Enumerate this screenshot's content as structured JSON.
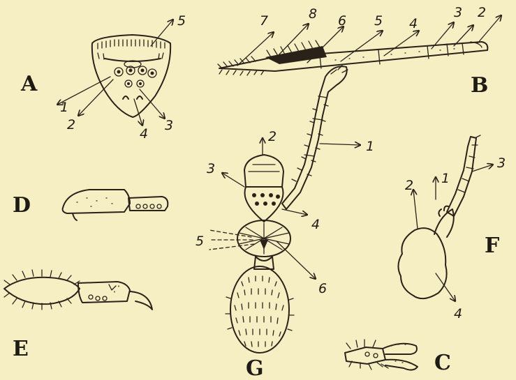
{
  "figures": {
    "A": {
      "letter": "A",
      "labels": [
        "1",
        "2",
        "3",
        "4",
        "5"
      ]
    },
    "B": {
      "letter": "B",
      "labels": [
        "2",
        "3",
        "4",
        "5",
        "6",
        "7",
        "8"
      ]
    },
    "C": {
      "letter": "C"
    },
    "D": {
      "letter": "D"
    },
    "E": {
      "letter": "E"
    },
    "F": {
      "letter": "F",
      "labels": [
        "1",
        "2",
        "3",
        "4"
      ]
    },
    "G": {
      "letter": "G",
      "labels": [
        "1",
        "2",
        "3",
        "4",
        "5",
        "6"
      ]
    }
  },
  "colors": {
    "paper": "#f7efc4",
    "ink": "#2a2219"
  }
}
